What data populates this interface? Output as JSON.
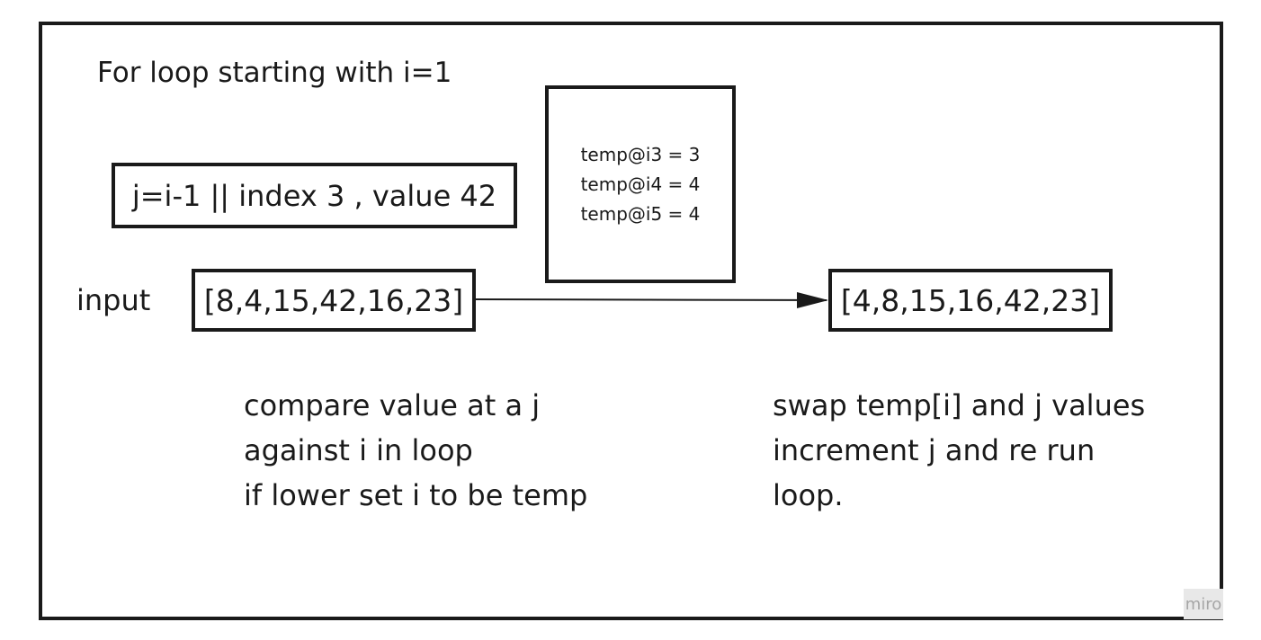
{
  "diagram": {
    "title": "For loop starting with i=1",
    "j_box": "j=i-1 || index 3 , value 42",
    "temp_box": [
      "temp@i3 = 3",
      "temp@i4 = 4",
      "temp@i5 = 4"
    ],
    "input_label": "input",
    "input_array": "[8,4,15,42,16,23]",
    "output_array": "[4,8,15,16,42,23]",
    "compare_note": [
      "compare value at a j",
      "against i in loop",
      "if lower set i to be temp"
    ],
    "swap_note": [
      "swap temp[i] and j values",
      "increment j and re run",
      "loop."
    ],
    "watermark": "miro"
  }
}
